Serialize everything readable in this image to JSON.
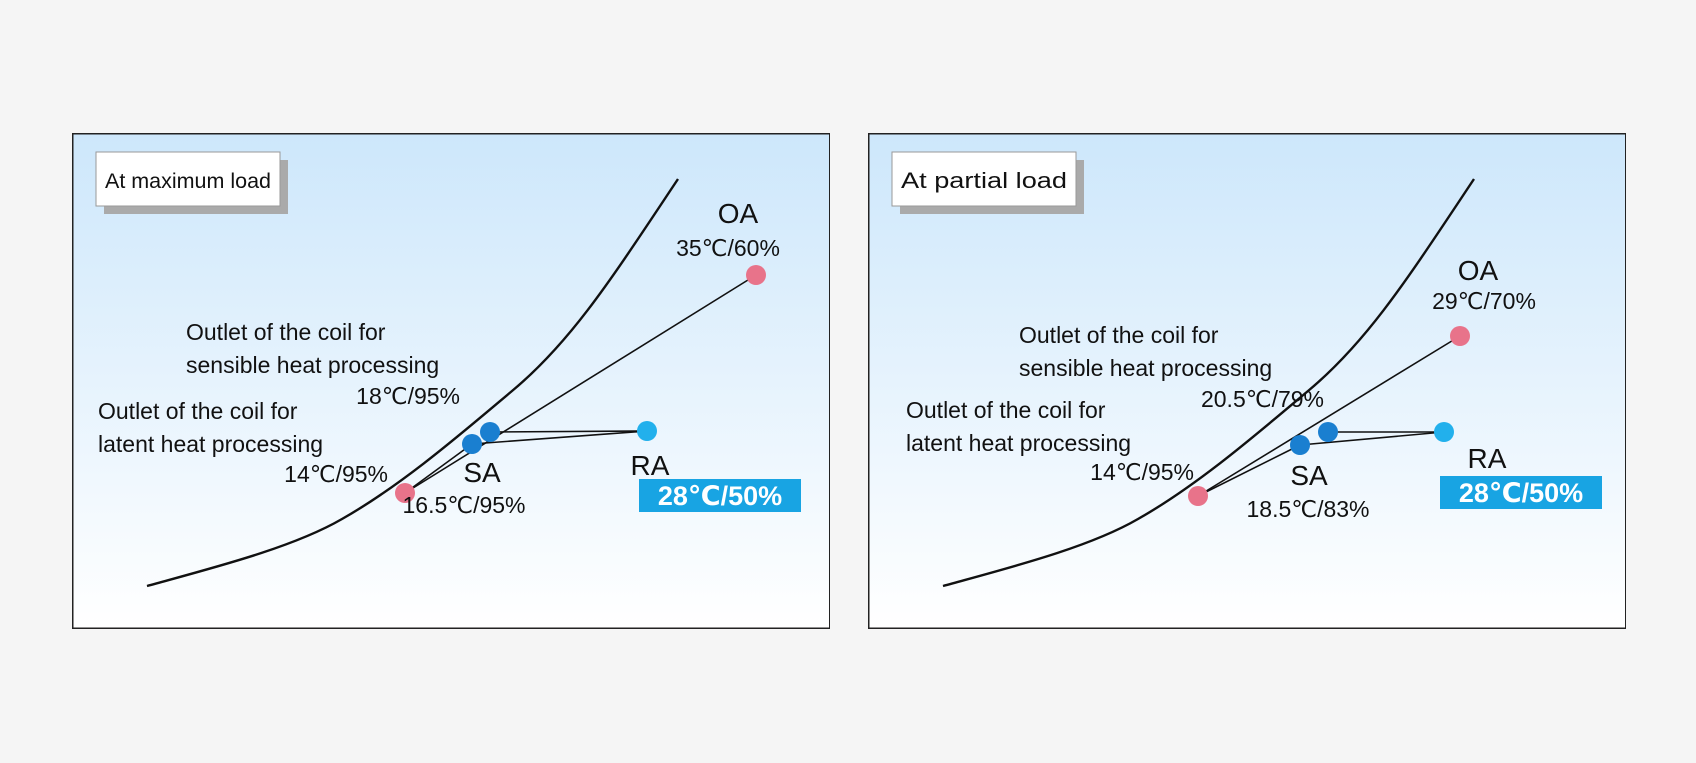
{
  "panels": [
    {
      "title": "At maximum load",
      "oa": {
        "name": "OA",
        "value": "35℃/60%"
      },
      "coil_sensible": {
        "line1": "Outlet of the coil for",
        "line2": "sensible heat processing",
        "value": "18℃/95%"
      },
      "coil_latent": {
        "line1": "Outlet of the coil for",
        "line2": "latent heat processing",
        "value": "14℃/95%"
      },
      "sa": {
        "name": "SA",
        "value": "16.5℃/95%"
      },
      "ra": {
        "name": "RA",
        "value": "28℃/50%"
      }
    },
    {
      "title": "At partial load",
      "oa": {
        "name": "OA",
        "value": "29℃/70%"
      },
      "coil_sensible": {
        "line1": "Outlet of the coil for",
        "line2": "sensible heat processing",
        "value": "20.5℃/79%"
      },
      "coil_latent": {
        "line1": "Outlet of the coil for",
        "line2": "latent heat processing",
        "value": "14℃/95%"
      },
      "sa": {
        "name": "SA",
        "value": "18.5℃/83%"
      },
      "ra": {
        "name": "RA",
        "value": "28℃/50%"
      }
    }
  ],
  "colors": {
    "outdoor_point": "#e8738a",
    "coil_point": "#1a7fd0",
    "return_point": "#22b0ec",
    "ra_badge": "#18a4e3",
    "sky_top": "#cfe8fb",
    "sky_bottom": "#ffffff"
  }
}
